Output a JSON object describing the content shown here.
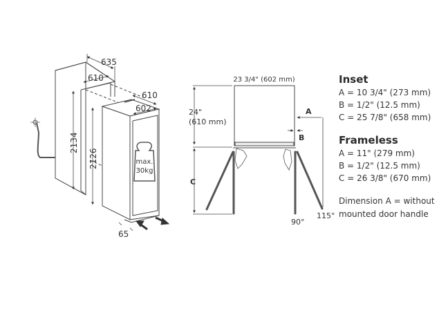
{
  "left_diagram": {
    "niche_depth": "635",
    "niche_width": "610",
    "appliance_depth": "610",
    "appliance_width": "602",
    "niche_height": "2134",
    "appliance_height": "2126",
    "door_offset": "65",
    "weight_label_line1": "max.",
    "weight_label_line2": "30kg"
  },
  "middle_diagram": {
    "width_label": "23 3/4\" (602 mm)",
    "depth_label_line1": "24\"",
    "depth_label_line2": "(610 mm)",
    "dim_a": "A",
    "dim_b": "B",
    "dim_c": "C",
    "angle_90": "90°",
    "angle_115": "115°"
  },
  "specs": {
    "inset": {
      "title": "Inset",
      "lines": [
        "A = 10 3/4\" (273 mm)",
        "B = 1/2\" (12.5 mm)",
        "C = 25 7/8\" (658 mm)"
      ]
    },
    "frameless": {
      "title": "Frameless",
      "lines": [
        "A = 11\" (279 mm)",
        "B = 1/2\" (12.5 mm)",
        "C = 26 3/8\" (670 mm)"
      ]
    },
    "note_line1": "Dimension A = without",
    "note_line2": "mounted door handle"
  }
}
